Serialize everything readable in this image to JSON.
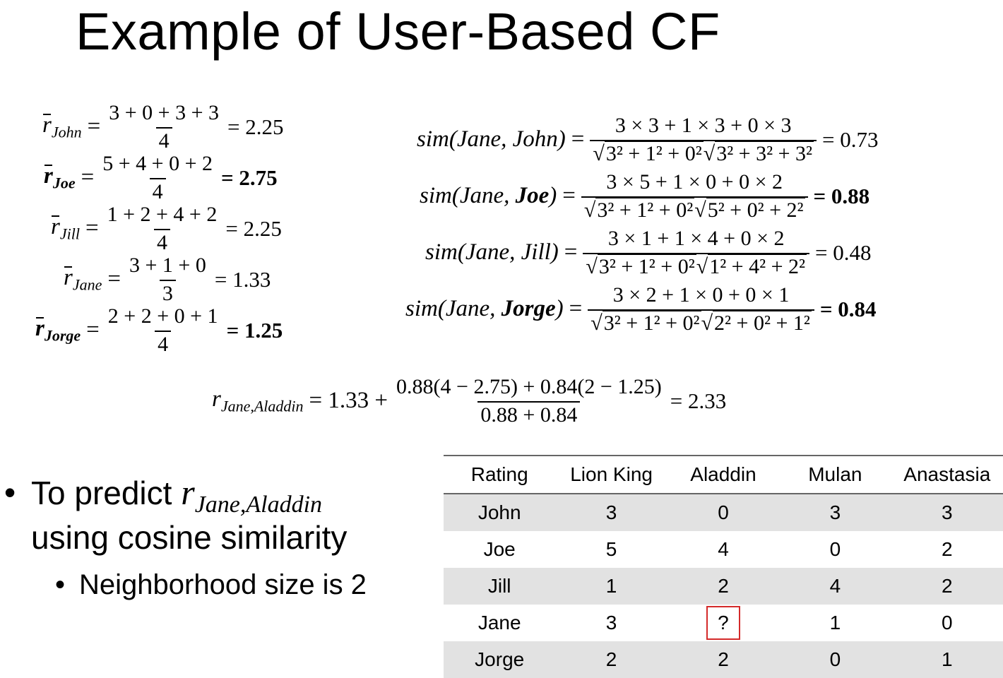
{
  "title": "Example of User-Based CF",
  "averages": [
    {
      "user": "John",
      "numerator": "3 + 0 + 3 + 3",
      "denominator": "4",
      "result": "= 2.25",
      "bold": false
    },
    {
      "user": "Joe",
      "numerator": "5 + 4 + 0 + 2",
      "denominator": "4",
      "result": "= 2.75",
      "bold": true
    },
    {
      "user": "Jill",
      "numerator": "1 + 2 + 4 + 2",
      "denominator": "4",
      "result": "= 2.25",
      "bold": false
    },
    {
      "user": "Jane",
      "numerator": "3 + 1 + 0",
      "denominator": "3",
      "result": "= 1.33",
      "bold": false
    },
    {
      "user": "Jorge",
      "numerator": "2 + 2 + 0 + 1",
      "denominator": "4",
      "result": "= 1.25",
      "bold": true
    }
  ],
  "similarities": [
    {
      "lhs": "sim(Jane, ",
      "other": "John",
      "numerator": "3 × 3 + 1 × 3 + 0 × 3",
      "rad1": "3² + 1² + 0²",
      "rad2": "3² + 3² + 3²",
      "result": "= 0.73",
      "bold": false
    },
    {
      "lhs": "sim(Jane, ",
      "other": "Joe",
      "numerator": "3 × 5 + 1 × 0 + 0 × 2",
      "rad1": "3² + 1² + 0²",
      "rad2": "5² + 0² + 2²",
      "result": "= 0.88",
      "bold": true
    },
    {
      "lhs": "sim(Jane, ",
      "other": "Jill",
      "numerator": "3 × 1 + 1 × 4 + 0 × 2",
      "rad1": "3² + 1² + 0²",
      "rad2": "1² + 4² + 2²",
      "result": "= 0.48",
      "bold": false
    },
    {
      "lhs": "sim(Jane, ",
      "other": "Jorge",
      "numerator": "3 × 2 + 1 × 0 + 0 × 1",
      "rad1": "3² + 1² + 0²",
      "rad2": "2² + 0² + 1²",
      "result": "= 0.84",
      "bold": true
    }
  ],
  "prediction": {
    "lhs_r": "r",
    "lhs_sub": "Jane,Aladdin",
    "prefix": "= 1.33 +",
    "numerator": "0.88(4 − 2.75) + 0.84(2 − 1.25)",
    "denominator": "0.88 + 0.84",
    "result": "= 2.33"
  },
  "bullets": {
    "main_prefix": "To predict ",
    "main_r": "r",
    "main_sub": "Jane,Aladdin",
    "main_line2": "using cosine similarity",
    "sub": "Neighborhood size is 2"
  },
  "table": {
    "headers": [
      "Rating",
      "Lion King",
      "Aladdin",
      "Mulan",
      "Anastasia"
    ],
    "rows": [
      [
        "John",
        "3",
        "0",
        "3",
        "3"
      ],
      [
        "Joe",
        "5",
        "4",
        "0",
        "2"
      ],
      [
        "Jill",
        "1",
        "2",
        "4",
        "2"
      ],
      [
        "Jane",
        "3",
        "?",
        "1",
        "0"
      ],
      [
        "Jorge",
        "2",
        "2",
        "0",
        "1"
      ]
    ],
    "highlight_color": "#d42a2a",
    "shade_color": "#e2e2e2"
  }
}
